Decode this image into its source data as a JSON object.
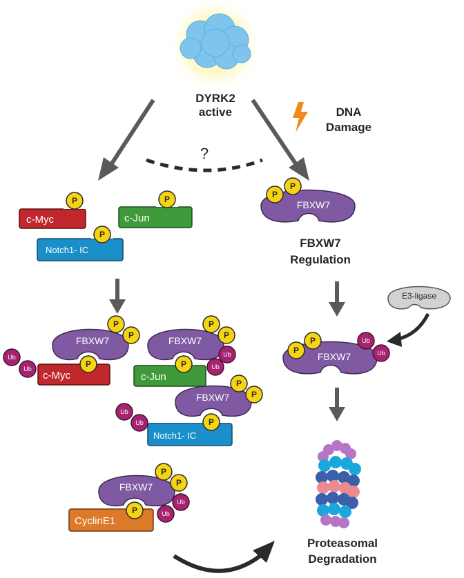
{
  "labels": {
    "dyrk2_line1": "DYRK2",
    "dyrk2_line2": "active",
    "dna_line1": "DNA",
    "dna_line2": "Damage",
    "question": "?",
    "fbxw7_reg_line1": "FBXW7",
    "fbxw7_reg_line2": "Regulation",
    "e3_ligase": "E3-ligase",
    "proteasome_line1": "Proteasomal",
    "proteasome_line2": "Degradation"
  },
  "proteins": {
    "cmyc": "c-Myc",
    "cjun": "c-Jun",
    "notch1": "Notch1- IC",
    "cyclin": "CyclinE1",
    "fbxw7": "FBXW7"
  },
  "marks": {
    "phospho": "P",
    "ubiquitin": "Ub"
  },
  "colors": {
    "cmyc": "#c0282d",
    "cjun": "#3e9a3a",
    "notch1": "#1a8fc9",
    "cyclin": "#dd7a2a",
    "fbxw7": "#7f5aa2",
    "phospho": "#f6d313",
    "ubiquitin": "#a5246f",
    "arrow": "#5a5a5a",
    "e3": "#d2d2d2"
  }
}
